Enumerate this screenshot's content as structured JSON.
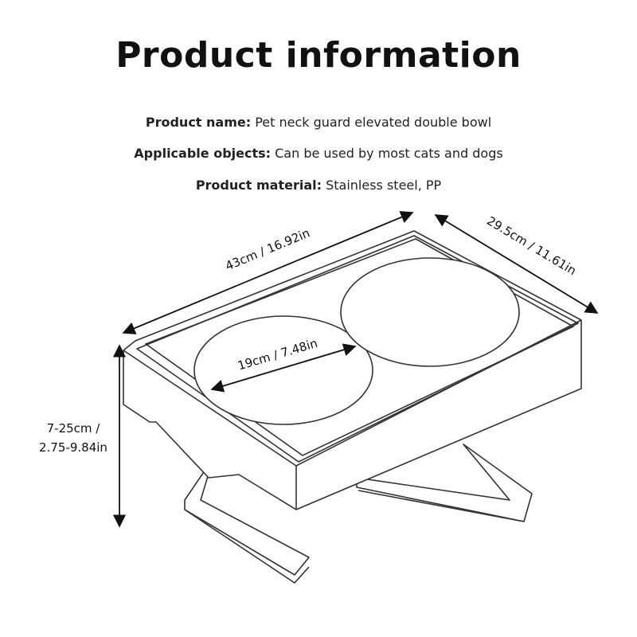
{
  "title": "Product information",
  "info": {
    "name": {
      "key": "Product name:",
      "value": "Pet neck guard elevated double bowl"
    },
    "objects": {
      "key": "Applicable objects:",
      "value": "Can be used by most cats and dogs"
    },
    "material": {
      "key": "Product material:",
      "value": "Stainless steel, PP"
    }
  },
  "dimensions": {
    "length": "43cm / 16.92in",
    "width": "29.5cm / 11.61in",
    "bowl": "19cm / 7.48in",
    "height_1": "7-25cm /",
    "height_2": "2.75-9.84in"
  },
  "colors": {
    "ink": "#111111",
    "outline": "#333333",
    "background": "#ffffff"
  }
}
